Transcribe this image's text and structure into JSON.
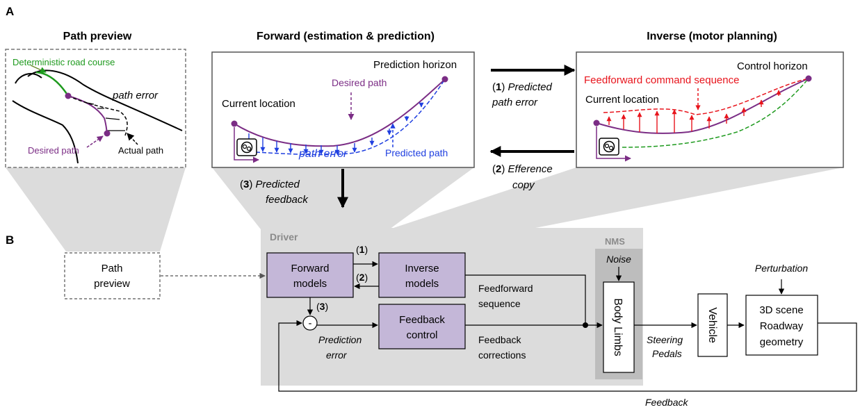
{
  "panel_a_label": "A",
  "panel_b_label": "B",
  "colors": {
    "purple": "#7b2d85",
    "green": "#1e9a1e",
    "blue": "#1f3fe0",
    "red": "#e8141c",
    "box_fill": "#c4b7d8",
    "gray_region": "#dcdcdc",
    "nms_region": "#bdbdbd"
  },
  "path_preview_panel": {
    "title": "Path preview",
    "road_course_label": "Deterministic road course",
    "path_error_label": "path error",
    "desired_path_label": "Desired path",
    "actual_path_label": "Actual path"
  },
  "forward_panel": {
    "title": "Forward (estimation & prediction)",
    "prediction_horizon": "Prediction horizon",
    "desired_path": "Desired path",
    "current_location": "Current location",
    "path_error": "path error",
    "predicted_path": "Predicted path"
  },
  "inverse_panel": {
    "title": "Inverse (motor planning)",
    "control_horizon": "Control horizon",
    "feedforward_label": "Feedforward command sequence",
    "current_location": "Current location"
  },
  "arrows_a": {
    "a1_num": "1",
    "a1_line1": "Predicted",
    "a1_line2": "path error",
    "a2_num": "2",
    "a2_line1": "Efference",
    "a2_line2": "copy",
    "a3_num": "3",
    "a3_line1": "Predicted",
    "a3_line2": "feedback"
  },
  "diagram_b": {
    "driver_label": "Driver",
    "nms_label": "NMS",
    "noise_label": "Noise",
    "path_preview_line1": "Path",
    "path_preview_line2": "preview",
    "forward_line1": "Forward",
    "forward_line2": "models",
    "inverse_line1": "Inverse",
    "inverse_line2": "models",
    "feedback_control_line1": "Feedback",
    "feedback_control_line2": "control",
    "body_limbs": "Body Limbs",
    "vehicle": "Vehicle",
    "scene_line1": "3D scene",
    "scene_line2": "Roadway",
    "scene_line3": "geometry",
    "perturbation": "Perturbation",
    "ff_sequence_line1": "Feedforward",
    "ff_sequence_line2": "sequence",
    "fb_corrections_line1": "Feedback",
    "fb_corrections_line2": "corrections",
    "prediction_error_line1": "Prediction",
    "prediction_error_line2": "error",
    "steering": "Steering",
    "pedals": "Pedals",
    "feedback": "Feedback",
    "minus": "-",
    "num1": "1",
    "num2": "2",
    "num3": "3"
  }
}
